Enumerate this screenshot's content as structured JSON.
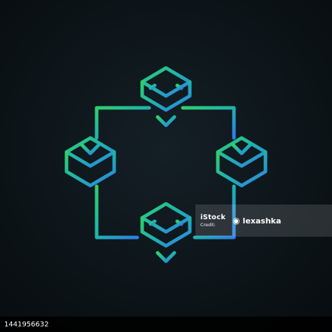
{
  "watermark": {
    "brand": "iStock",
    "brand_sub": "Credit:",
    "credit": "lexashka"
  },
  "footer": {
    "image_id": "1441956632"
  },
  "colors": {
    "background": "#0c1418",
    "gradient_green": "#2ed06a",
    "gradient_teal": "#1fb2b0",
    "gradient_blue": "#2e7ee6"
  },
  "icons": {
    "blockchain": "blockchain-network-icon",
    "credit": "camera-icon"
  }
}
